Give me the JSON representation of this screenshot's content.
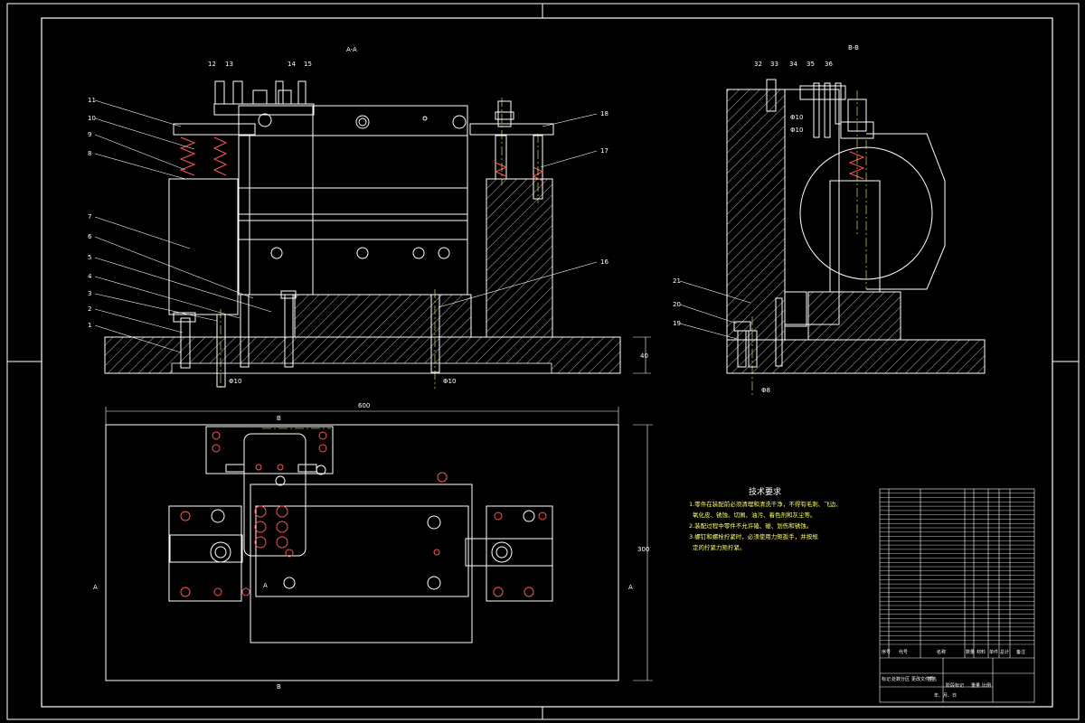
{
  "views": {
    "front_section_title": "A-A",
    "side_section_title": "B-B",
    "top_view": {
      "dim_width": "600",
      "dim_height": "300",
      "marker_b": "B",
      "marker_a": "A"
    }
  },
  "part_numbers_left": [
    "11",
    "10",
    "9",
    "8",
    "7",
    "6",
    "5",
    "4",
    "3",
    "2",
    "1"
  ],
  "part_numbers_top_front": [
    "12",
    "13",
    "14",
    "15"
  ],
  "part_numbers_right_front": [
    "18",
    "17",
    "16"
  ],
  "part_numbers_top_side": [
    "32",
    "33",
    "34",
    "35",
    "36"
  ],
  "part_numbers_left_side": [
    "21",
    "20",
    "19"
  ],
  "dimensions": {
    "front_bottom_left": "Φ10",
    "front_bottom_right": "Φ10",
    "front_height": "40",
    "side_bottom": "Φ8",
    "side_upper_1": "Φ10",
    "side_upper_2": "Φ10"
  },
  "tech_requirements": {
    "heading": "技术要求",
    "lines": [
      "1.零件在装配前必须清理和清洗干净，不得有毛刺、飞边、",
      "氧化皮、锈蚀、切屑、油污、着色剂和灰尘等。",
      "2.装配过程中零件不允许磕、碰、划伤和锈蚀。",
      "3.螺钉和螺栓拧紧时，必须使用力矩扳手，并按规",
      "定的拧紧力矩拧紧。"
    ]
  },
  "title_block": {
    "header_cols": [
      "序号",
      "代号",
      "名称",
      "数量",
      "材料",
      "单件",
      "总计",
      "备注"
    ],
    "row_count": 36,
    "footer": [
      "标记",
      "处数",
      "分区",
      "更改文件号",
      "签名",
      "年、月、日",
      "阶段标记",
      "重量",
      "比例"
    ]
  }
}
